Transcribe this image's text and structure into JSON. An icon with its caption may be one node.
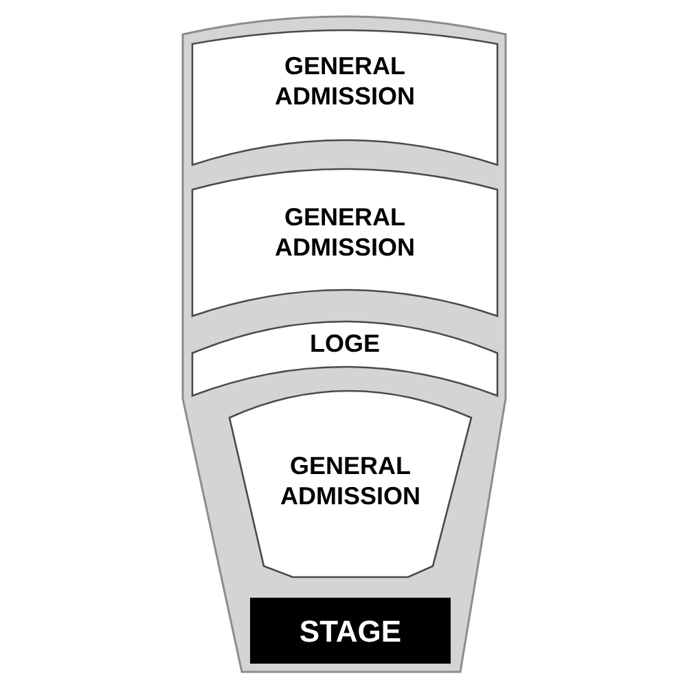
{
  "diagram": {
    "nodes": [
      {
        "text": [
          "GENERAL ADMISSION"
        ]
      },
      {
        "text": [
          "GENERAL ADMISSION"
        ]
      },
      {
        "text": [
          "LOGE"
        ]
      },
      {
        "text": [
          "GENERAL ADMISSION"
        ]
      },
      {
        "text": [
          "STAGE"
        ]
      }
    ]
  }
}
